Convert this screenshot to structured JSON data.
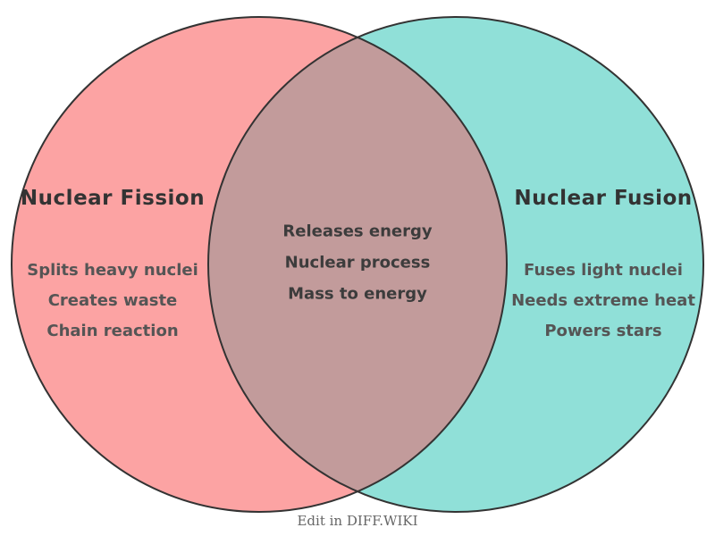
{
  "diagram": {
    "type": "venn-2-circle",
    "outline_color": "#333333",
    "left": {
      "title": "Nuclear Fission",
      "color": "#FCA3A3",
      "items": [
        "Splits heavy nuclei",
        "Creates waste",
        "Chain reaction"
      ]
    },
    "right": {
      "title": "Nuclear Fusion",
      "color": "#90E0D8",
      "items": [
        "Fuses light nuclei",
        "Needs extreme heat",
        "Powers stars"
      ]
    },
    "intersection": {
      "color": "#C29B9B",
      "items": [
        "Releases energy",
        "Nuclear process",
        "Mass to energy"
      ]
    }
  },
  "footer": {
    "link_text": "Edit in DIFF.WIKI"
  }
}
